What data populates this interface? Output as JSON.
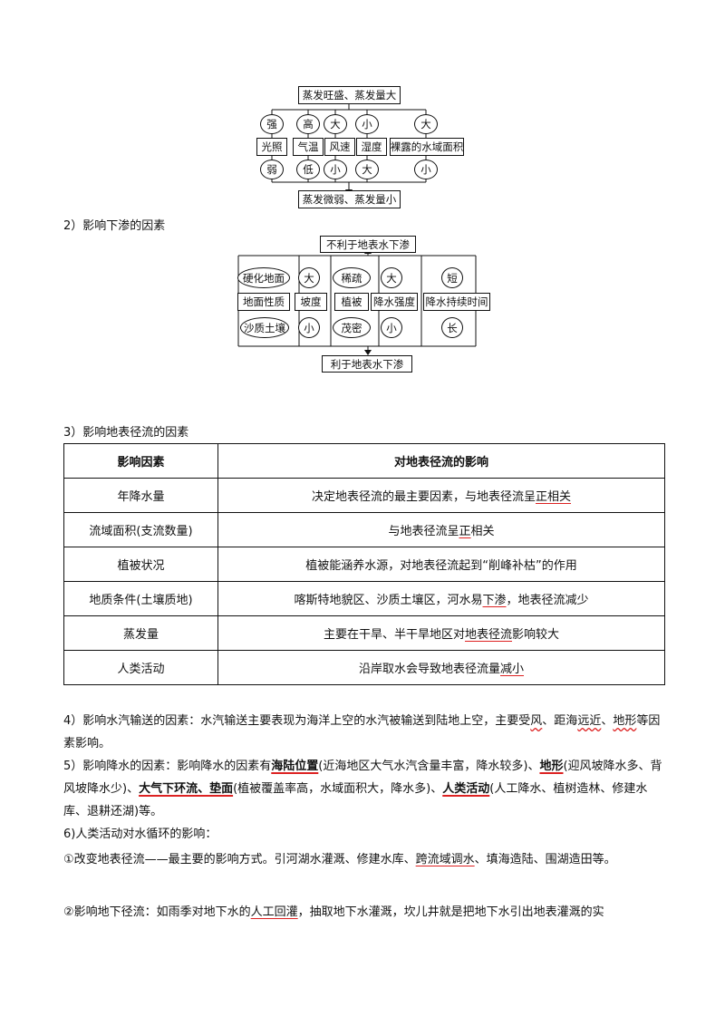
{
  "evap": {
    "top": "蒸发旺盛、蒸发量大",
    "bottom": "蒸发微弱、蒸发量小",
    "factors": [
      "光照",
      "气温",
      "风速",
      "湿度",
      "裸露的水域面积"
    ],
    "up": [
      "强",
      "高",
      "大",
      "小",
      "大"
    ],
    "down": [
      "弱",
      "低",
      "小",
      "大",
      "小"
    ]
  },
  "seep": {
    "heading": "2）影响下渗的因素",
    "top": "不利于地表水下渗",
    "bottom": "利于地表水下渗",
    "factors": [
      "地面性质",
      "坡度",
      "植被",
      "降水强度",
      "降水持续时间"
    ],
    "up": [
      "硬化地面",
      "大",
      "稀疏",
      "大",
      "短"
    ],
    "down": [
      "沙质土壤",
      "小",
      "茂密",
      "小",
      "长"
    ]
  },
  "runoff": {
    "heading": "3）影响地表径流的因素",
    "col1": "影响因素",
    "col2": "对地表径流的影响",
    "rows": [
      {
        "factor": "年降水量",
        "pre": "决定地表径流的最主要因素，与地表径流呈",
        "mark": "正相关",
        "post": ""
      },
      {
        "factor": "流域面积(支流数量)",
        "pre": "与地表径流呈",
        "mark": "正",
        "post": "相关"
      },
      {
        "factor": "植被状况",
        "pre": "植被能涵养水源，对地表径流起到“削峰补枯”的作用",
        "mark": "",
        "post": ""
      },
      {
        "factor": "地质条件(土壤质地)",
        "pre": "喀斯特地貌区、沙质土壤区，河水易",
        "mark": "下渗",
        "post": "，地表径流减少"
      },
      {
        "factor": "蒸发量",
        "pre": "主要在干旱、半干旱地区对",
        "mark": "地表径流",
        "post": "影响较大"
      },
      {
        "factor": "人类活动",
        "pre": "沿岸取水会导致地表径流量",
        "mark": "减小",
        "post": ""
      }
    ]
  },
  "p4": {
    "a": "4）影响水汽输送的因素：水汽输送主要表现为海洋上空的水汽被输送到陆地上空，主要受",
    "b": "风",
    "c": "、距海",
    "d": "远近",
    "e": "、",
    "f": "地形",
    "g": "等因素影响。"
  },
  "p5": {
    "a": "5）影响降水的因素：影响降水的因素有",
    "b": "海陆位置",
    "c": "(近海地区大气水汽含量丰富，降水较多)、",
    "d": "地形",
    "e": "(迎风坡降水多、背风坡降水少)、",
    "f": "大气下环流、垫面",
    "g": "(植被覆盖率高，水域面积大，降水多)、",
    "h": "人类活动",
    "i": "(人工降水、植树造林、修建水库、退耕还湖)等。"
  },
  "p6": {
    "heading": "6)人类活动对水循环的影响：",
    "l1a": "①改变地表径流——最主要的影响方式。引河湖水灌溉、修建水库、",
    "l1b": "跨流域调水",
    "l1c": "、填海造陆、围湖造田等。",
    "l2a": "②影响地下径流：如雨季对地下水的",
    "l2b": "人工回灌",
    "l2c": "，抽取地下水灌溉，坎儿井就是把地下水引出地表灌溉的实"
  }
}
